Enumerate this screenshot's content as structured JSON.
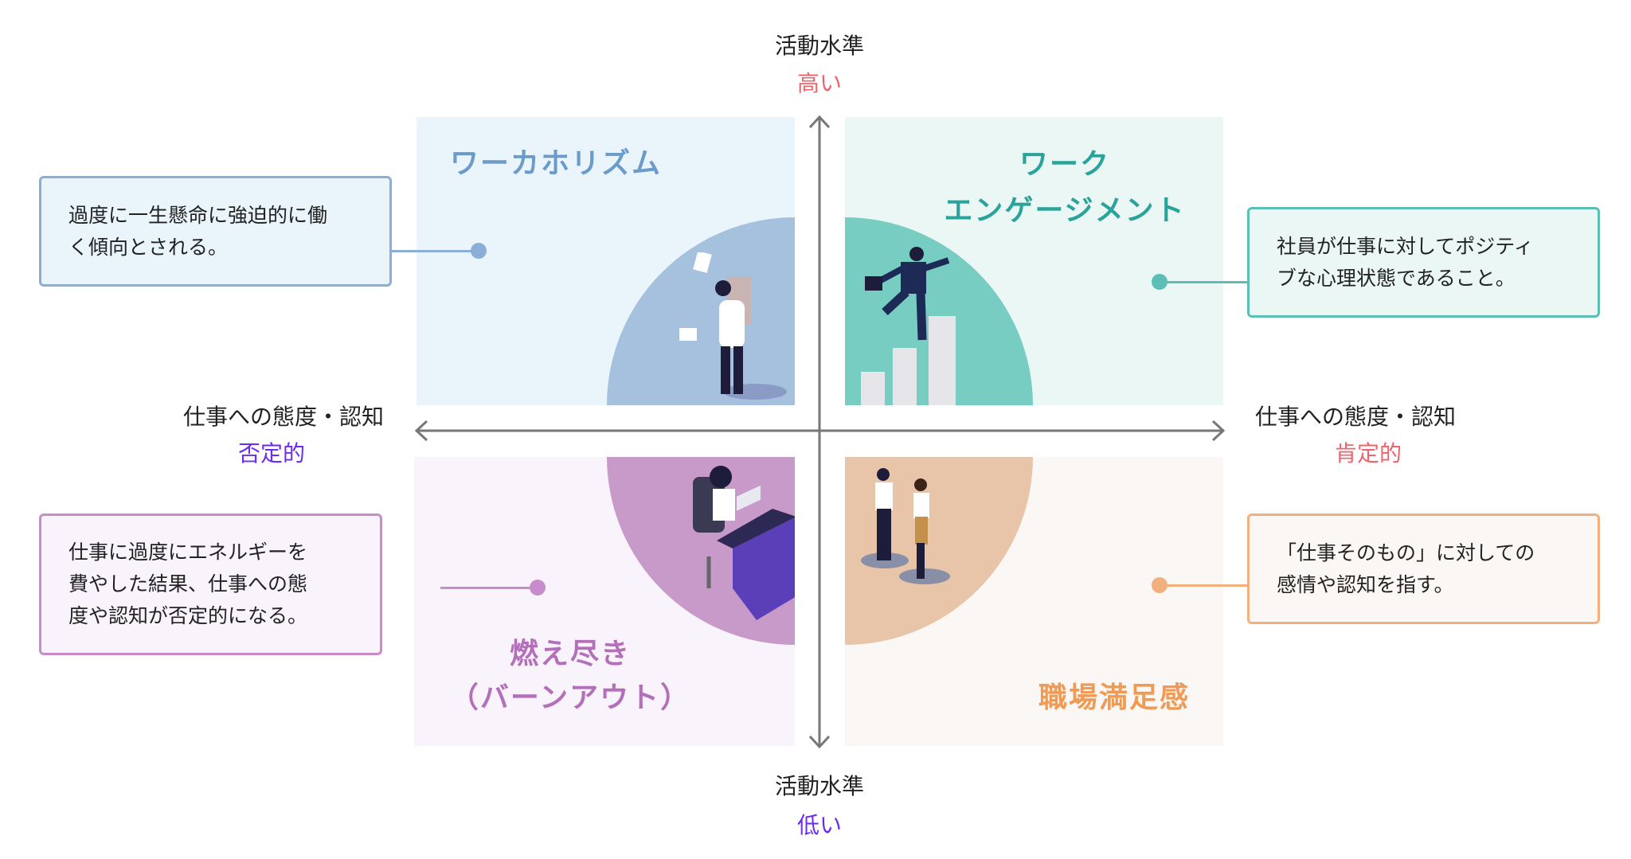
{
  "vertical_axis": {
    "label_top": "活動水準",
    "top_value": "高い",
    "label_bottom": "活動水準",
    "bottom_value": "低い"
  },
  "horizontal_axis": {
    "label_left": "仕事への態度・認知",
    "left_value": "否定的",
    "label_right": "仕事への態度・認知",
    "right_value": "肯定的"
  },
  "quadrants": {
    "workaholism": {
      "title": "ワーカホリズム",
      "description": [
        "過度に一生懸命に強迫的に働",
        "く傾向とされる。"
      ]
    },
    "engagement": {
      "title_line1": "ワーク",
      "title_line2": "エンゲージメント",
      "description": [
        "社員が仕事に対してポジティ",
        "ブな心理状態であること。"
      ]
    },
    "burnout": {
      "title_line1": "燃え尽き",
      "title_line2": "（バーンアウト）",
      "description": [
        "仕事に過度にエネルギーを",
        "費やした結果、仕事への態",
        "度や認知が否定的になる。"
      ]
    },
    "satisfaction": {
      "title": "職場満足感",
      "description": [
        "「仕事そのもの」に対しての",
        "感情や認知を指す。"
      ]
    }
  },
  "colors": {
    "high": "#f0636b",
    "low": "#6b2cf0",
    "positive": "#f0636b",
    "negative": "#6b2cf0"
  }
}
